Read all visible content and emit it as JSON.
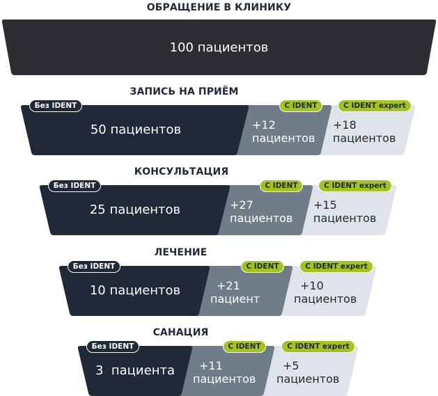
{
  "colors": {
    "top_bar": "#2e2d34",
    "without_ident": "#1f2937",
    "with_ident": "#6f7d88",
    "with_ident_expert": "#dfe3ea",
    "tag_green": "#a3c41c"
  },
  "labels": {
    "without_ident": "Без IDENT",
    "with_ident": "С IDENT",
    "with_ident_expert": "С IDENT expert"
  },
  "stages": [
    {
      "title": "ОБРАЩЕНИЕ В КЛИНИКУ",
      "total": "100 пациентов"
    },
    {
      "title": "ЗАПИСЬ НА ПРИЁМ",
      "without": "50 пациентов",
      "ident_add": "+12",
      "ident_unit": "пациентов",
      "expert_add": "+18",
      "expert_unit": "пациентов"
    },
    {
      "title": "КОНСУЛЬТАЦИЯ",
      "without": "25 пациентов",
      "ident_add": "+27",
      "ident_unit": "пациентов",
      "expert_add": "+15",
      "expert_unit": "пациентов"
    },
    {
      "title": "ЛЕЧЕНИЕ",
      "without": "10 пациентов",
      "ident_add": "+21",
      "ident_unit": "пациент",
      "expert_add": "+10",
      "expert_unit": "пациентов"
    },
    {
      "title": "САНАЦИЯ",
      "without": "3  пациента",
      "ident_add": "+11",
      "ident_unit": "пациентов",
      "expert_add": "+5",
      "expert_unit": "пациентов"
    }
  ]
}
